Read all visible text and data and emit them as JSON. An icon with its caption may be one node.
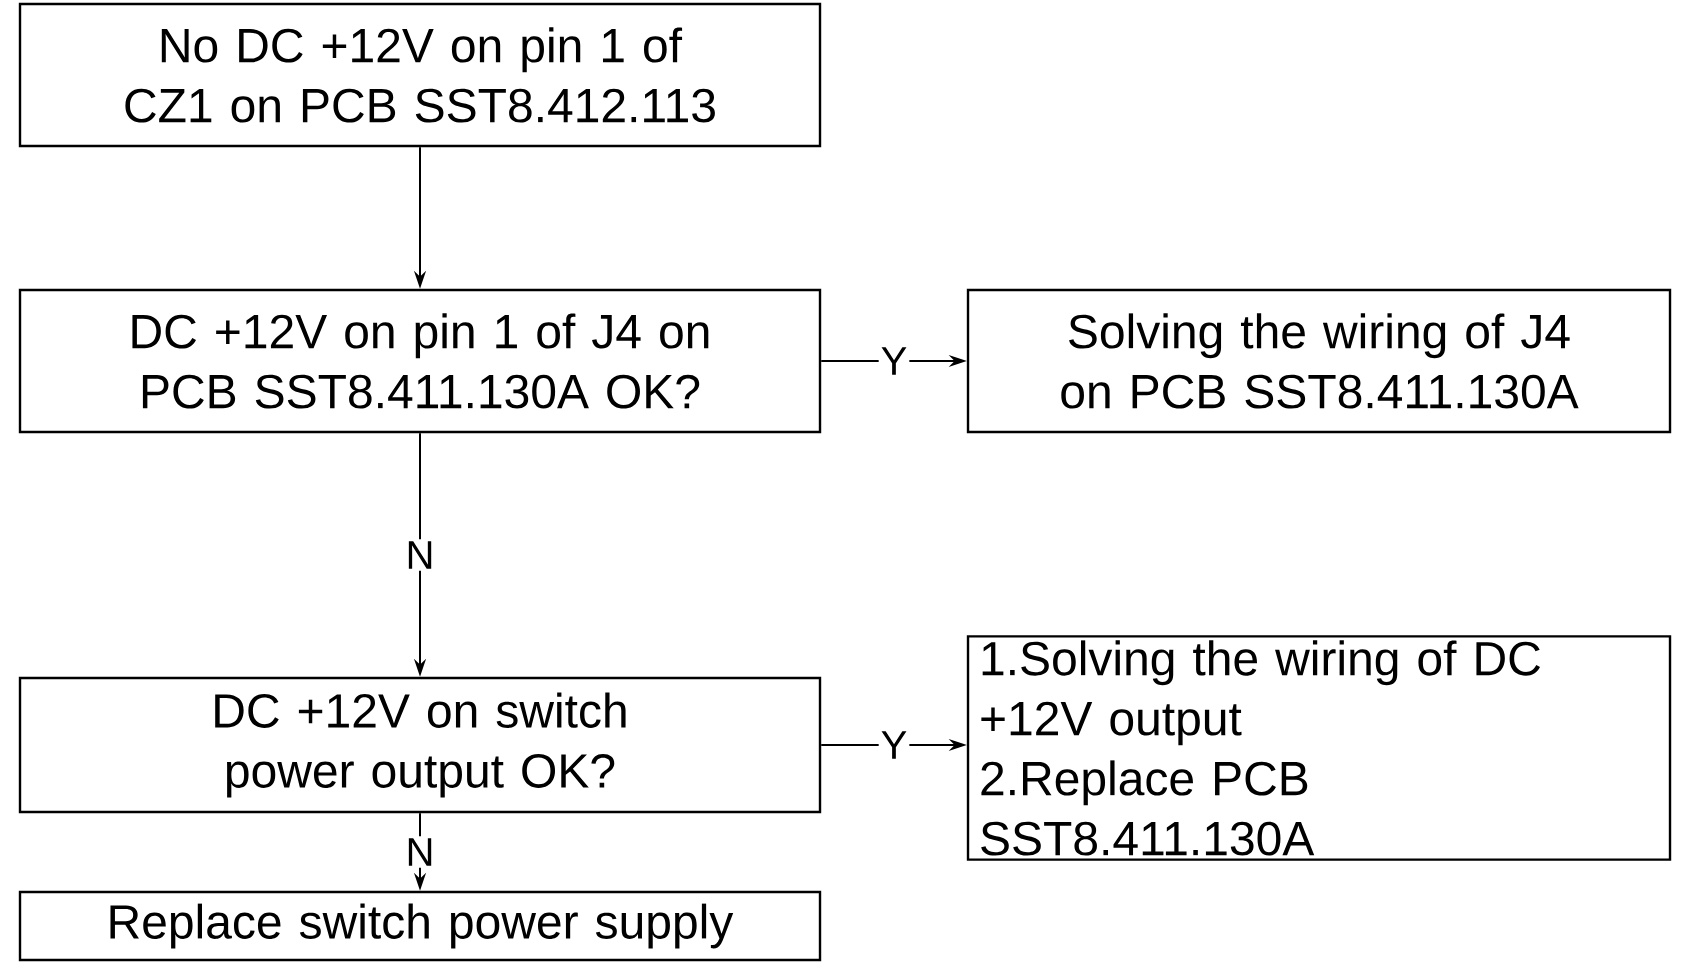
{
  "diagram": {
    "nodes": [
      {
        "text": [
          "No DC +12V on pin 1 of CZ1 on PCB SST8.412.113"
        ]
      },
      {
        "text": [
          "DC +12V on pin 1 of J4 on PCB SST8.411.130A OK?"
        ]
      },
      {
        "text": [
          "Solving the wiring of J4 on PCB SST8.411.130A"
        ]
      },
      {
        "text": [
          "DC +12V on switch power output OK?"
        ]
      },
      {
        "text": [
          "1.Solving the wiring of DC +12V output",
          "2.Replace PCB SST8.411.130A"
        ]
      },
      {
        "text": [
          "Replace switch power supply"
        ]
      }
    ],
    "edges": [
      {
        "from": 0,
        "to": 1,
        "arrow": "to"
      },
      {
        "from": 1,
        "to": 2,
        "arrow": "to",
        "label": "Y"
      },
      {
        "from": 1,
        "to": 3,
        "arrow": "to",
        "label": "N"
      },
      {
        "from": 3,
        "to": 4,
        "arrow": "to",
        "label": "Y"
      },
      {
        "from": 3,
        "to": 5,
        "arrow": "to",
        "label": "N"
      }
    ]
  }
}
